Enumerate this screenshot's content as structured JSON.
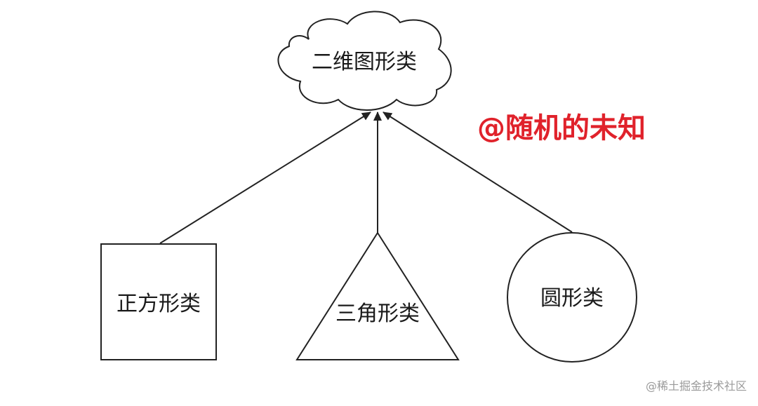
{
  "diagram": {
    "parent": {
      "label": "二维图形类",
      "shape": "cloud"
    },
    "children": [
      {
        "id": "square",
        "label": "正方形类",
        "shape": "rectangle"
      },
      {
        "id": "triangle",
        "label": "三角形类",
        "shape": "triangle"
      },
      {
        "id": "circle",
        "label": "圆形类",
        "shape": "circle"
      }
    ],
    "edges": [
      {
        "from": "square",
        "to": "parent",
        "arrow": "open-triangle"
      },
      {
        "from": "triangle",
        "to": "parent",
        "arrow": "open-triangle"
      },
      {
        "from": "circle",
        "to": "parent",
        "arrow": "open-triangle"
      }
    ]
  },
  "overlay_text": "@随机的未知",
  "footer": "@稀土掘金技术社区",
  "colors": {
    "line": "#222222",
    "overlay": "#e0222b",
    "footer": "#9a9a9a",
    "background": "#ffffff"
  }
}
